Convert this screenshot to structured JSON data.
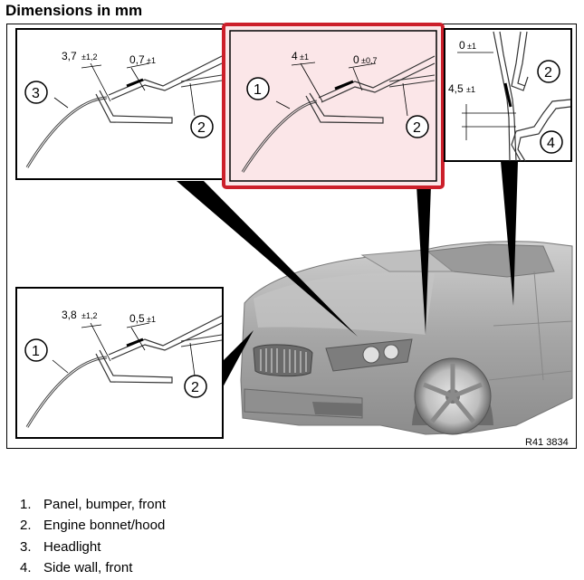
{
  "heading": "Dimensions in mm",
  "figure_ref": "R41 3834",
  "callout_numbers": [
    "1",
    "2",
    "3",
    "4"
  ],
  "details": {
    "a": {
      "dim1_value": "3,7",
      "dim1_tol": "±1,2",
      "dim2_value": "0,7",
      "dim2_tol": "±1"
    },
    "b": {
      "dim1_value": "4",
      "dim1_tol": "±1",
      "dim2_value": "0",
      "dim2_tol": "±0,7"
    },
    "c": {
      "dim1_value": "0",
      "dim1_tol": "±1",
      "dim2_value": "4,5",
      "dim2_tol": "±1"
    },
    "d": {
      "dim1_value": "3,8",
      "dim1_tol": "±1,2",
      "dim2_value": "0,5",
      "dim2_tol": "±1"
    }
  },
  "legend": [
    {
      "num": "1.",
      "label": "Panel, bumper, front"
    },
    {
      "num": "2.",
      "label": "Engine bonnet/hood"
    },
    {
      "num": "3.",
      "label": "Headlight"
    },
    {
      "num": "4.",
      "label": "Side wall, front"
    }
  ],
  "colors": {
    "highlight_border": "#cc1f2a",
    "highlight_fill": "#fbe6e8",
    "car": "#a9a9a9"
  }
}
